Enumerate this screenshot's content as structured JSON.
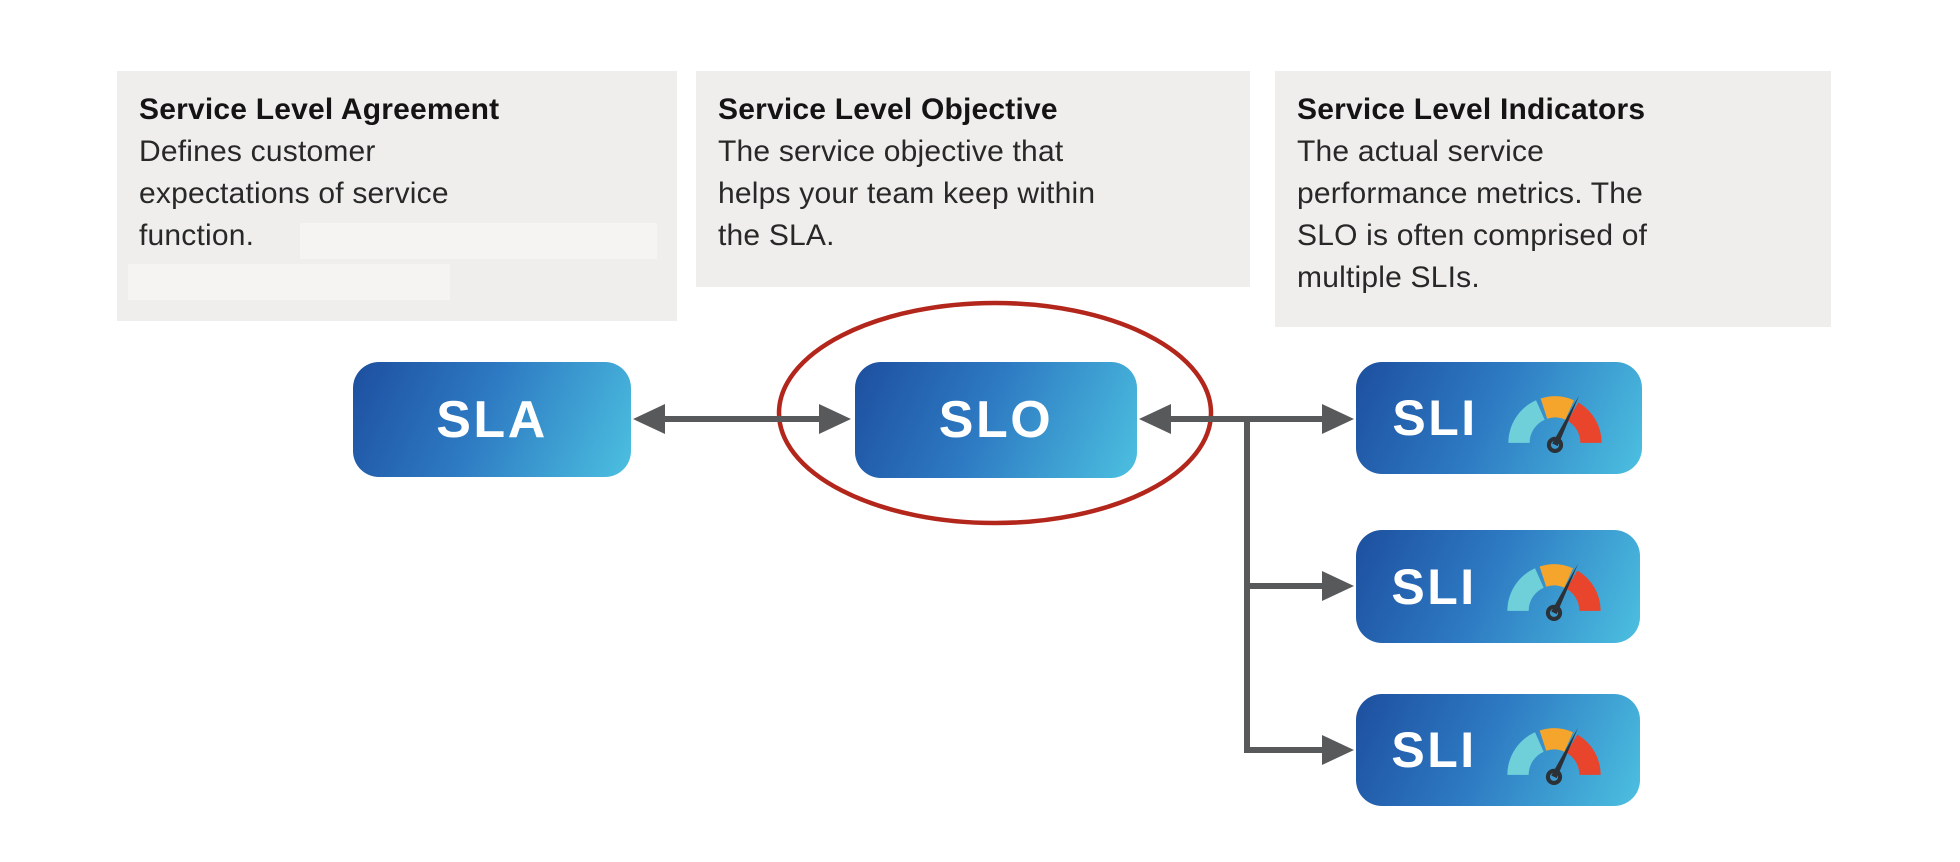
{
  "descriptions": [
    {
      "title": "Service Level Agreement",
      "body": "Defines customer\nexpectations of service\nfunction."
    },
    {
      "title": "Service Level Objective",
      "body": "The service objective that\nhelps your team keep within\nthe SLA."
    },
    {
      "title": "Service Level Indicators",
      "body": "The actual service\nperformance metrics. The\nSLO is often comprised of\nmultiple SLIs."
    }
  ],
  "nodes": {
    "sla": {
      "label": "SLA"
    },
    "slo": {
      "label": "SLO",
      "highlighted": true
    },
    "sli": [
      {
        "label": "SLI",
        "icon": "gauge-meter-icon"
      },
      {
        "label": "SLI",
        "icon": "gauge-meter-icon"
      },
      {
        "label": "SLI",
        "icon": "gauge-meter-icon"
      }
    ]
  },
  "icons": {
    "gauge": "gauge-meter-icon",
    "connector": "double-headed-arrow",
    "highlight": "red-ellipse-annotation"
  },
  "theme": {
    "node_grad_start": "#1d4f9f",
    "node_grad_mid": "#2d79c2",
    "node_grad_end": "#4cc0e0",
    "node_text": "#ffffff",
    "arrow_color": "#58595b",
    "ellipse_color": "#b3261c",
    "desc_bg": "#efeeed",
    "redact_bg": "#f5f4f3",
    "title_color": "#141414",
    "body_color": "#282828",
    "gauge_teal": "#6fd0da",
    "gauge_orange": "#f5a42c",
    "gauge_red": "#e8452c",
    "gauge_needle": "#2b3137",
    "canvas_bg": "#ffffff"
  }
}
